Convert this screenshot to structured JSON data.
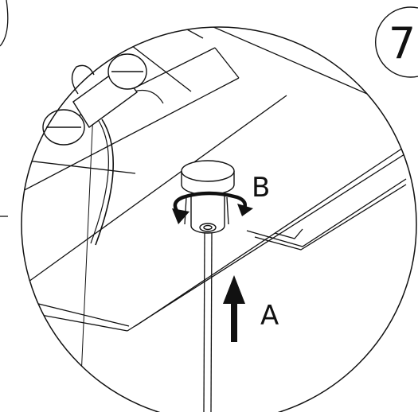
{
  "step": {
    "number": "7"
  },
  "callouts": {
    "push": {
      "label": "A"
    },
    "turn": {
      "label": "B"
    }
  },
  "colors": {
    "line": "#111111",
    "background": "#ffffff"
  }
}
